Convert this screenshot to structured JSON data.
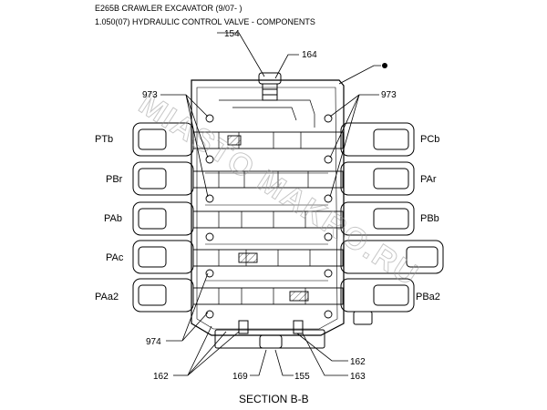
{
  "header": {
    "model_line": "E265B CRAWLER EXCAVATOR (9/07- )",
    "section_line": "1.050(07) HYDRAULIC CONTROL VALVE - COMPONENTS"
  },
  "diagram": {
    "caption": "SECTION B-B",
    "watermark": "MIASTO MAKRO.RU",
    "port_labels": {
      "ptb": "PTb",
      "pbr": "PBr",
      "pab": "PAb",
      "pac": "PAc",
      "paa2": "PAa2",
      "pcb": "PCb",
      "par": "PAr",
      "pbb": "PBb",
      "pba2": "PBa2"
    },
    "callouts": {
      "c154": "154",
      "c164": "164",
      "c973_left": "973",
      "c973_right": "973",
      "c974": "974",
      "c162_left": "162",
      "c162_right": "162",
      "c169": "169",
      "c155": "155",
      "c163": "163"
    }
  }
}
